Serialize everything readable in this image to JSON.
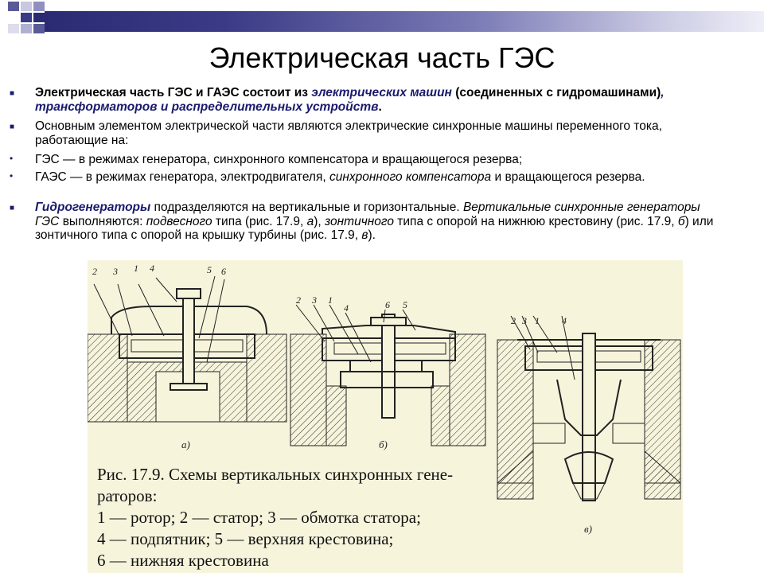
{
  "slide": {
    "title": "Электрическая часть ГЭС"
  },
  "bullets": [
    {
      "parts": [
        {
          "text": "Электрическая часть ГЭС и ГАЭС состоит из ",
          "style": "bold"
        },
        {
          "text": "электрических машин",
          "style": "accent"
        },
        {
          "text": " (соединенных с гидромашинами)",
          "style": "bold"
        },
        {
          "text": ", трансформаторов и распределительных устройств",
          "style": "accent"
        },
        {
          "text": ".",
          "style": "bold"
        }
      ]
    },
    {
      "parts": [
        {
          "text": "Основным элементом электрической части являются электрические синхронные машины переменного тока, работающие на:",
          "style": "normal"
        }
      ]
    },
    {
      "parts": [
        {
          "text": "ГЭС — в режимах генератора, синхронного компенсатора и вращающегося резерва;",
          "style": "normal"
        }
      ]
    },
    {
      "parts": [
        {
          "text": "ГАЭС — в режимах генератора, электродвигателя, ",
          "style": "normal"
        },
        {
          "text": "синхронного компенсатора",
          "style": "italic"
        },
        {
          "text": " и вращающегося резерва.",
          "style": "normal"
        }
      ]
    },
    {
      "parts": [
        {
          "text": "Гидрогенераторы",
          "style": "accent-bold"
        },
        {
          "text": " подразделяются на вертикальные и горизонтальные. ",
          "style": "normal"
        },
        {
          "text": "Вертикальные синхронные генераторы ГЭС",
          "style": "italic"
        },
        {
          "text": " выполняются: ",
          "style": "normal"
        },
        {
          "text": "подвесного",
          "style": "italic"
        },
        {
          "text": " типа (рис. 17.9, ",
          "style": "normal"
        },
        {
          "text": "а",
          "style": "italic"
        },
        {
          "text": "), ",
          "style": "normal"
        },
        {
          "text": "зонтичного",
          "style": "italic"
        },
        {
          "text": " типа с опорой на нижнюю крестовину (рис. 17.9, ",
          "style": "normal"
        },
        {
          "text": "б",
          "style": "italic"
        },
        {
          "text": ") или зонтичного типа с опорой на крышку турбины (рис. 17.9, ",
          "style": "normal"
        },
        {
          "text": "в",
          "style": "italic"
        },
        {
          "text": ").",
          "style": "normal"
        }
      ]
    }
  ],
  "figure": {
    "sub_a": "а)",
    "sub_b": "б)",
    "sub_c": "в)",
    "labels_a": [
      "2",
      "3",
      "1",
      "4",
      "5",
      "6"
    ],
    "labels_b": [
      "2",
      "3",
      "1",
      "4",
      "6",
      "5"
    ],
    "labels_c": [
      "2",
      "3",
      "1",
      "4"
    ],
    "caption": [
      "Рис. 17.9. Схемы вертикальных синхронных гене-",
      "раторов:",
      "1 — ротор; 2 — статор; 3 — обмотка статора;",
      "4 — подпятник; 5 — верхняя крестовина;",
      "6 — нижняя крестовина"
    ]
  },
  "colors": {
    "accent": "#1a1a6e",
    "bar_dark": "#2b2b74",
    "figure_bg": "#f7f4dc"
  }
}
